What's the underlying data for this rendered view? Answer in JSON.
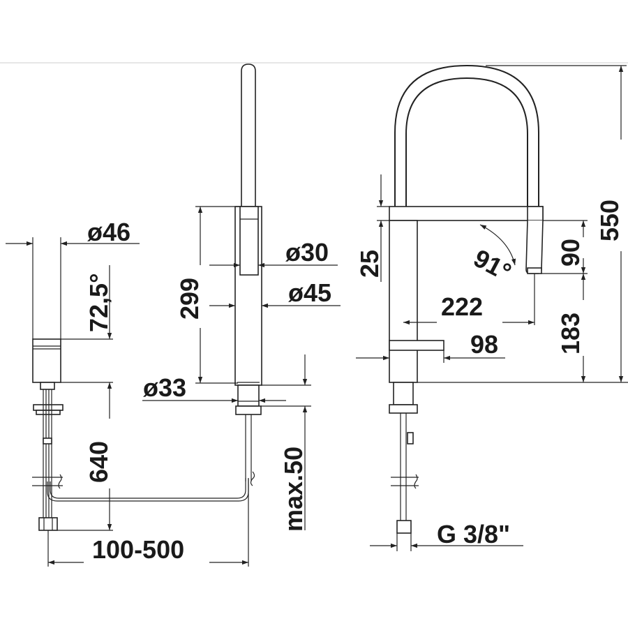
{
  "dimensions": {
    "d46": "ø46",
    "a72": "72,5°",
    "h640": "640",
    "w100_500": "100-500",
    "h299": "299",
    "d30": "ø30",
    "d45": "ø45",
    "d33": "ø33",
    "max50": "max.50",
    "h25": "25",
    "a91": "91°",
    "h90": "90",
    "h550": "550",
    "w222": "222",
    "h183": "183",
    "w98": "98",
    "g38": "G 3/8\""
  }
}
